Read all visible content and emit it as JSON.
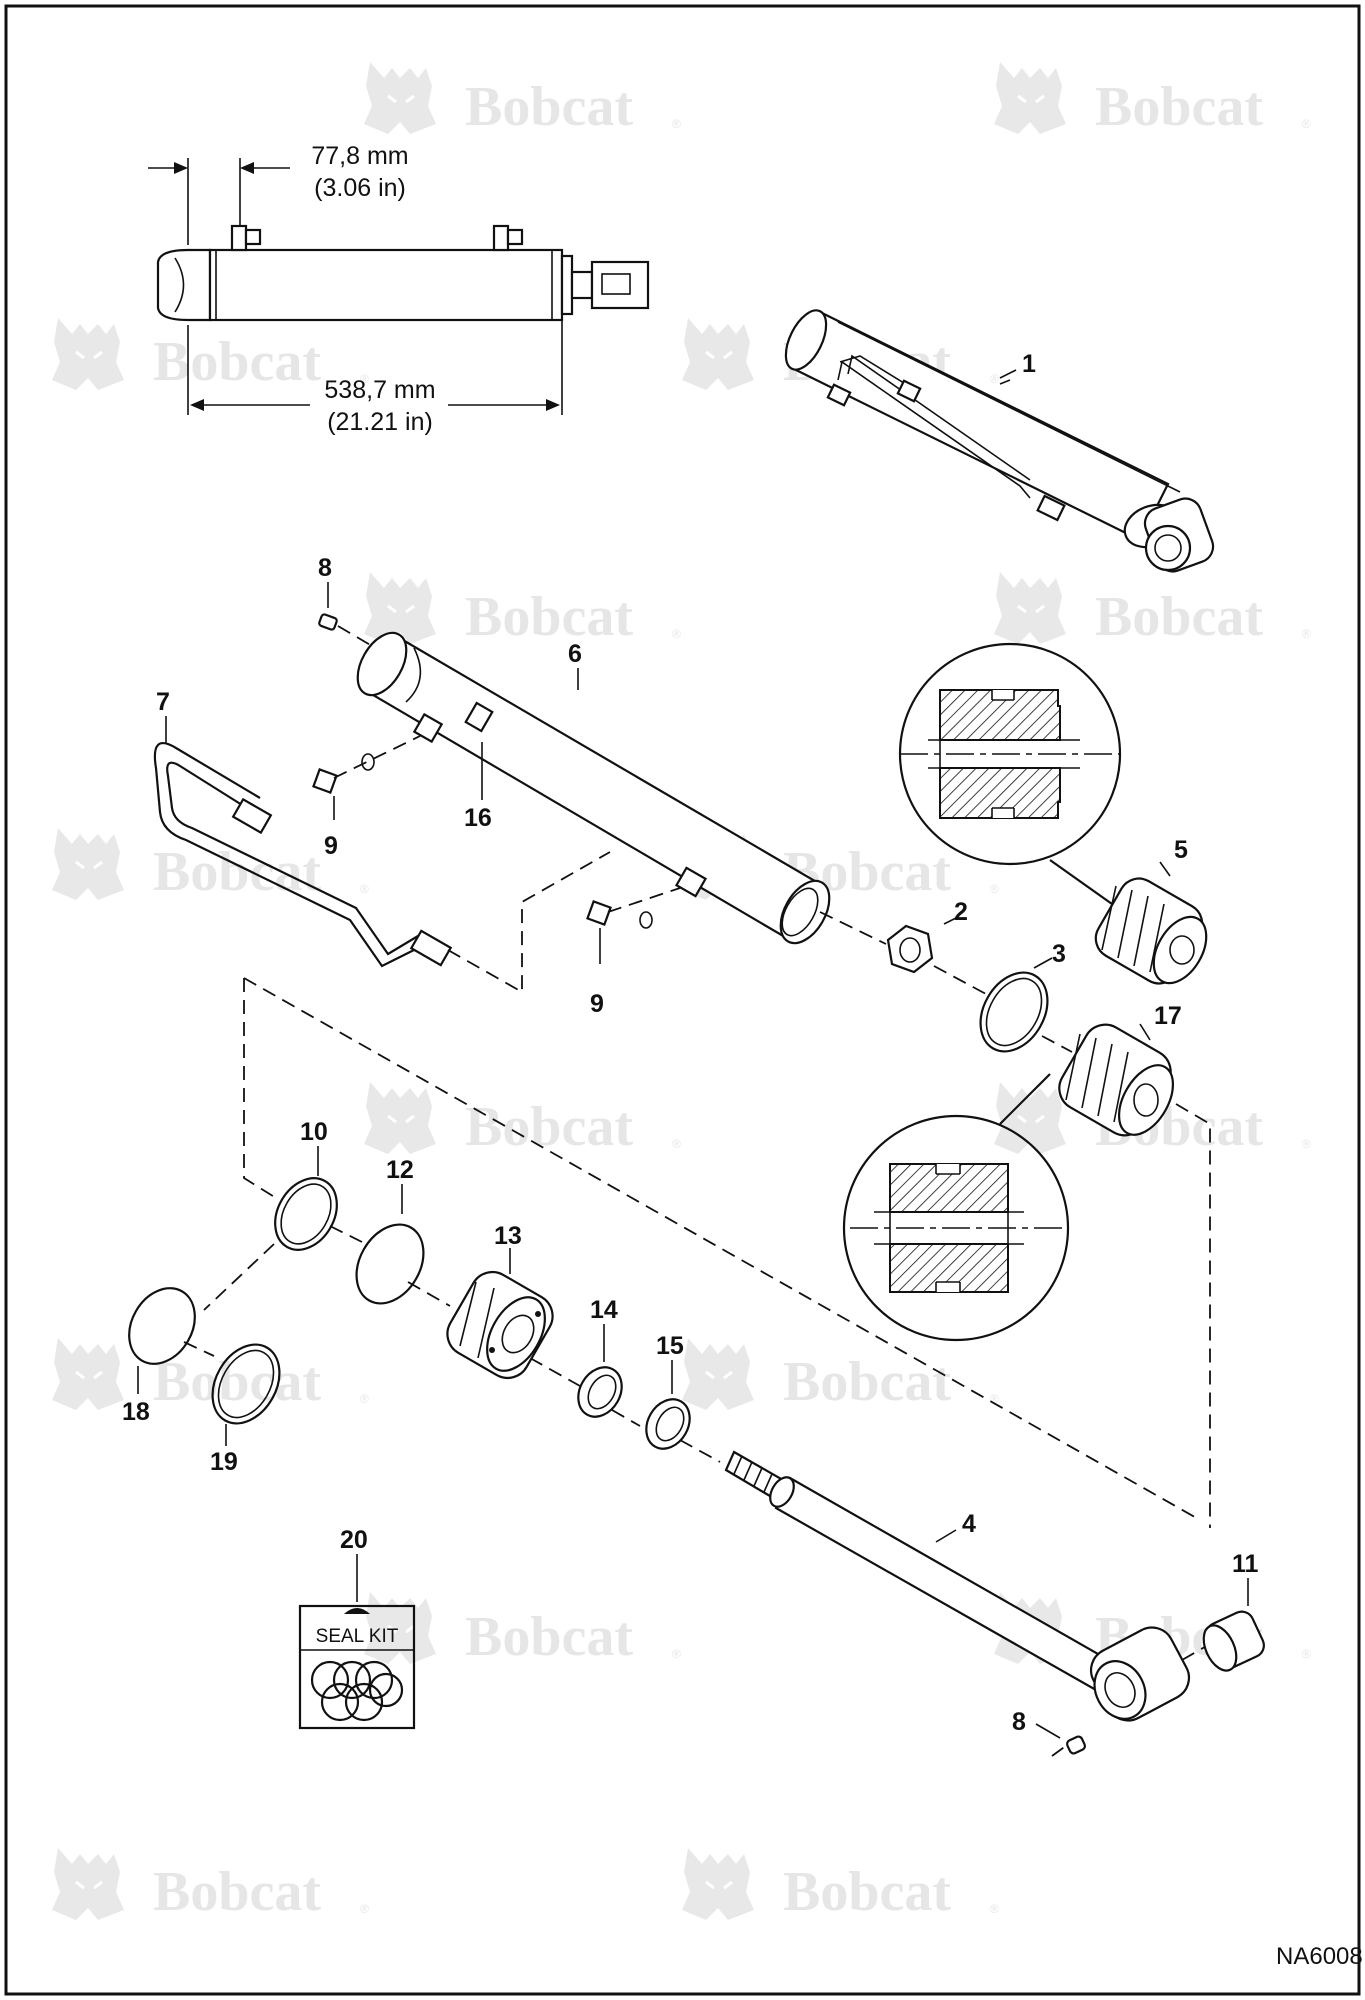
{
  "diagram": {
    "dimensions": {
      "port_spacing_metric": "77,8 mm",
      "port_spacing_imperial": "(3.06 in)",
      "length_metric": "538,7 mm",
      "length_imperial": "(21.21 in)"
    },
    "labels": {
      "p1": "1",
      "p2": "2",
      "p3": "3",
      "p4": "4",
      "p5": "5",
      "p6": "6",
      "p7": "7",
      "p8a": "8",
      "p8b": "8",
      "p9a": "9",
      "p9b": "9",
      "p10": "10",
      "p11": "11",
      "p12": "12",
      "p13": "13",
      "p14": "14",
      "p15": "15",
      "p16": "16",
      "p17": "17",
      "p18": "18",
      "p19": "19",
      "p20": "20"
    },
    "seal_kit_label": "SEAL KIT",
    "drawing_code": "NA6008",
    "watermark": {
      "text": "Bobcat",
      "mark": "®"
    }
  }
}
